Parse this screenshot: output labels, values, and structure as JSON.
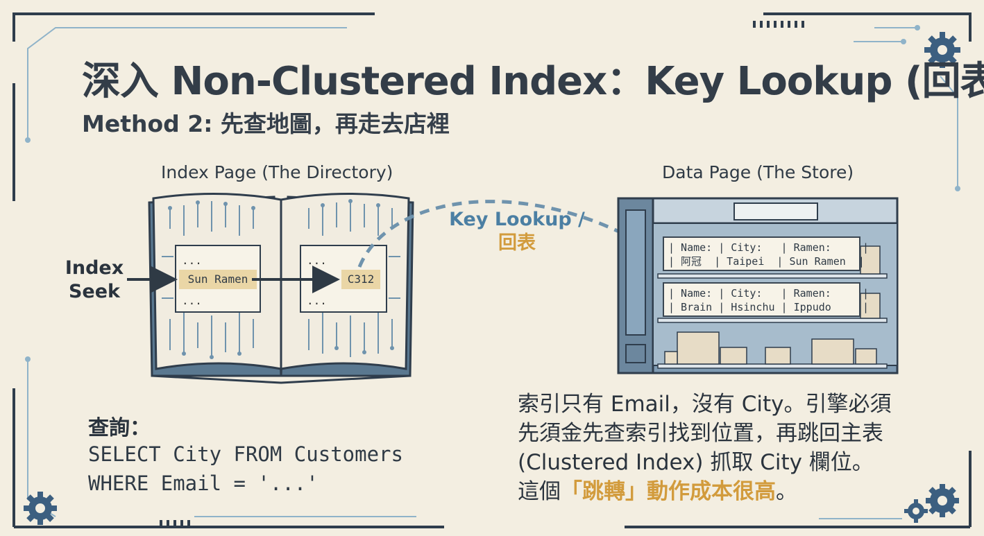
{
  "title": "深入 Non-Clustered Index：Key Lookup (回表)",
  "subtitle": "Method 2: 先查地圖，再走去店裡",
  "index_page": {
    "caption": "Index Page (The Directory)",
    "seek_label_line1": "Index",
    "seek_label_line2": "Seek",
    "left_dots_top": "...",
    "left_highlight": "Sun Ramen",
    "left_dots_bottom": "...",
    "right_dots_top": "...",
    "right_highlight": "C312",
    "right_dots_bottom": "..."
  },
  "arrow_label": {
    "line1": "Key Lookup /",
    "line2": "回表"
  },
  "data_page": {
    "caption": "Data Page (The Store)",
    "rows": [
      "| Name: | City:   | Ramen:     |\n| 阿冠  | Taipei  | Sun Ramen  |",
      "| Name: | City:   | Ramen:     |\n| Brain | Hsinchu | Ippudo     |"
    ]
  },
  "query": {
    "title": "查詢：",
    "line1": "SELECT City FROM Customers",
    "line2": "WHERE Email = '...'"
  },
  "description": {
    "line1": "索引只有 Email，沒有 City。引擎必須",
    "line2": "先須金先查索引找到位置，再跳回主表",
    "line3": "(Clustered Index) 抓取 City 欄位。",
    "line4_prefix": "這個",
    "line4_emph": "「跳轉」動作成本很高",
    "line4_suffix": "。"
  },
  "colors": {
    "background": "#f3eee1",
    "frame": "#2f3d4c",
    "accent_blue": "#4b7fa3",
    "accent_gold": "#d29b3c",
    "highlight": "#ead6a6"
  }
}
